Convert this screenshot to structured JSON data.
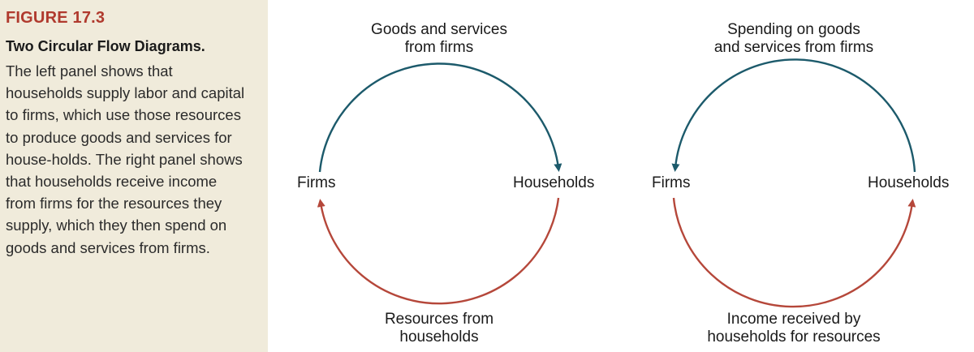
{
  "sidebar": {
    "figure_label": "FIGURE 17.3",
    "title": "Two Circular Flow Diagrams.",
    "caption": "The left panel shows that households supply labor and capital to firms, which use those resources to produce goods and services for house-holds. The right panel shows that households receive income from firms for the resources they supply, which they then spend on goods and services from firms."
  },
  "left_panel": {
    "node_left": "Firms",
    "node_right": "Households",
    "top_flow_line1": "Goods and services",
    "top_flow_line2": "from firms",
    "bottom_flow_line1": "Resources from",
    "bottom_flow_line2": "households"
  },
  "right_panel": {
    "node_left": "Firms",
    "node_right": "Households",
    "top_flow_line1": "Spending on goods",
    "top_flow_line2": "and services from firms",
    "bottom_flow_line1": "Income received by",
    "bottom_flow_line2": "households for resources"
  },
  "colors": {
    "top_arc": "#1c5a6b",
    "bottom_arc": "#b5473a",
    "figure_label": "#b03a2e",
    "sidebar_bg": "#f0ebdb"
  }
}
